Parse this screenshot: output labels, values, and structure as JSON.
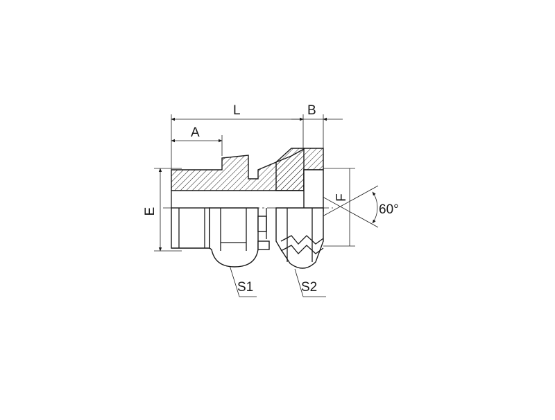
{
  "labels": {
    "L": "L",
    "A": "A",
    "B": "B",
    "E": "E",
    "F": "F",
    "angle": "60°",
    "S1": "S1",
    "S2": "S2"
  },
  "colors": {
    "line": "#1a1a1a",
    "background": "#ffffff"
  }
}
